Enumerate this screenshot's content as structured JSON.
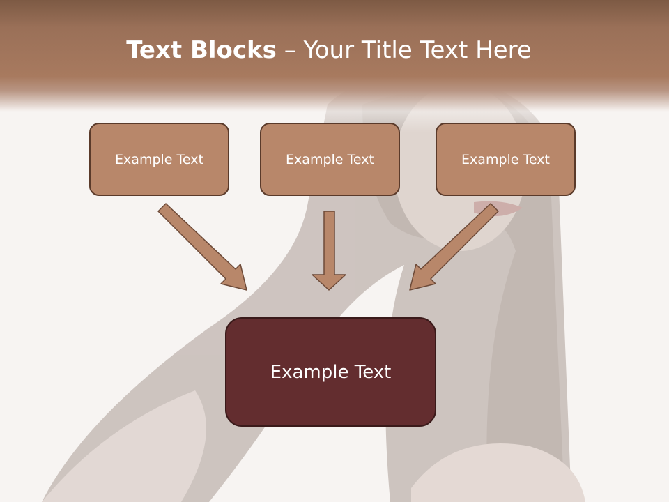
{
  "slide": {
    "title_bold": "Text Blocks",
    "title_rest": " – Your Title Text Here",
    "top_boxes": [
      "Example Text",
      "Example Text",
      "Example Text"
    ],
    "main_box": "Example Text"
  },
  "colors": {
    "title_band": "#a87a5f",
    "box_fill": "#b8876a",
    "box_border": "#5a3a2a",
    "main_box_fill": "#632d2f",
    "arrow_fill": "#b8876a"
  }
}
